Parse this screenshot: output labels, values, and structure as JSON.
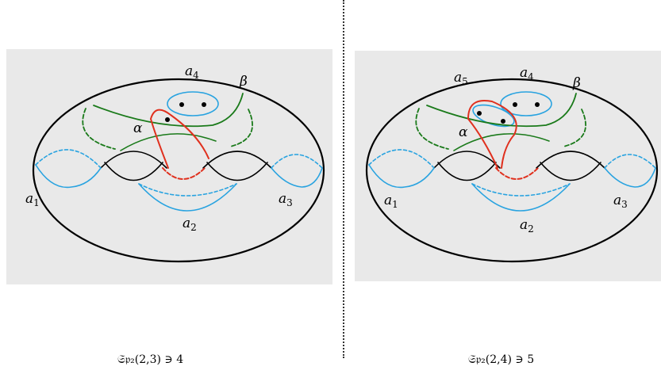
{
  "left_panel": {
    "labels": {
      "a1": "a",
      "a1_sub": "1",
      "a2": "a",
      "a2_sub": "2",
      "a3": "a",
      "a3_sub": "3",
      "a4": "a",
      "a4_sub": "4",
      "alpha": "α",
      "beta": "β"
    },
    "caption": "𝔖𝔭₂(2,3) ∋ 4"
  },
  "right_panel": {
    "labels": {
      "a1": "a",
      "a1_sub": "1",
      "a2": "a",
      "a2_sub": "2",
      "a3": "a",
      "a3_sub": "3",
      "a4": "a",
      "a4_sub": "4",
      "a5": "a",
      "a5_sub": "5",
      "alpha": "α",
      "beta": "β"
    },
    "caption": "𝔖𝔭₂(2,4) ∋ 5"
  },
  "colors": {
    "surface": "#000000",
    "a_curves": "#29a3e0",
    "alpha_curve": "#e0301e",
    "beta_curve": "#1a7a1a",
    "background": "#e9e9e9"
  }
}
